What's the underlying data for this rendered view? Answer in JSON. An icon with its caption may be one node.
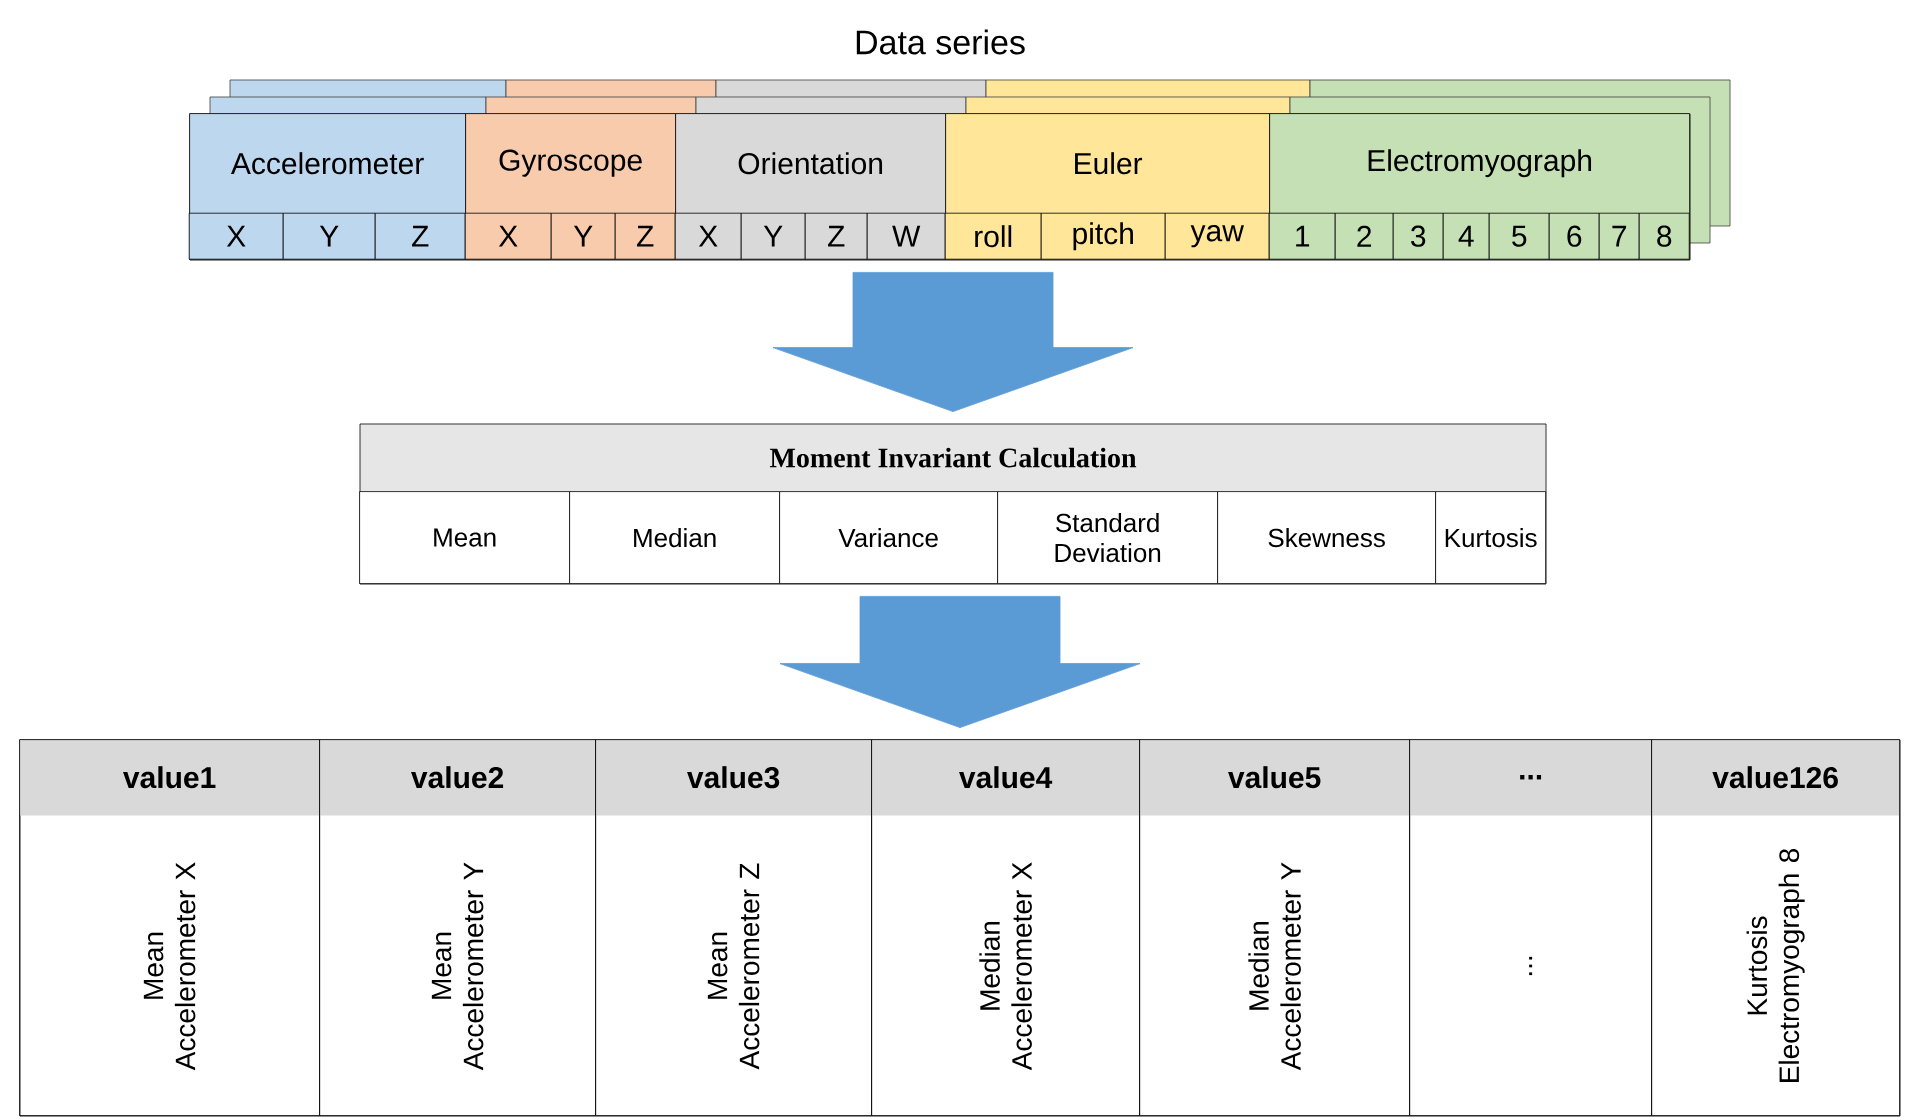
{
  "diagram": {
    "title": "Data series",
    "nodes": [
      {
        "text": [],
        "shape": "box"
      },
      {
        "text": [
          "Accelerometer"
        ],
        "in": 0
      },
      {
        "text": [
          "X"
        ],
        "in": 1
      },
      {
        "text": [
          "Y"
        ],
        "in": 1
      },
      {
        "text": [
          "Z"
        ],
        "in": 1
      },
      {
        "text": [
          "Gyroscope"
        ],
        "in": 0
      },
      {
        "text": [
          "X"
        ],
        "in": 5
      },
      {
        "text": [
          "Y"
        ],
        "in": 5
      },
      {
        "text": [
          "Z"
        ],
        "in": 5
      },
      {
        "text": [
          "Orientation"
        ],
        "in": 0
      },
      {
        "text": [
          "X"
        ],
        "in": 9
      },
      {
        "text": [
          "Y"
        ],
        "in": 9
      },
      {
        "text": [
          "Z"
        ],
        "in": 9
      },
      {
        "text": [
          "W"
        ],
        "in": 9
      },
      {
        "text": [
          "Euler"
        ],
        "in": 0
      },
      {
        "text": [
          "roll"
        ],
        "in": 14
      },
      {
        "text": [
          "pitch"
        ],
        "in": 14
      },
      {
        "text": [
          "yaw"
        ],
        "in": 14
      },
      {
        "text": [
          "Electromyograph"
        ],
        "in": 0
      },
      {
        "text": [
          "1"
        ],
        "in": 18
      },
      {
        "text": [
          "2"
        ],
        "in": 18
      },
      {
        "text": [
          "3"
        ],
        "in": 18
      },
      {
        "text": [
          "4"
        ],
        "in": 18
      },
      {
        "text": [
          "5"
        ],
        "in": 18
      },
      {
        "text": [
          "6"
        ],
        "in": 18
      },
      {
        "text": [
          "7"
        ],
        "in": 18
      },
      {
        "text": [
          "8"
        ],
        "in": 18
      },
      {
        "text": [
          "Moment Invariant Calculation"
        ]
      },
      {
        "text": [
          "Mean"
        ],
        "in": 27
      },
      {
        "text": [
          "Median"
        ],
        "in": 27
      },
      {
        "text": [
          "Variance"
        ],
        "in": 27
      },
      {
        "text": [
          "Standard Deviation"
        ],
        "in": 27
      },
      {
        "text": [
          "Skewness"
        ],
        "in": 27
      },
      {
        "text": [
          "Kurtosis"
        ],
        "in": 27
      },
      {
        "text": [],
        "shape": "box"
      },
      {
        "text": [
          "value1",
          "Mean Accelerometer X"
        ],
        "in": 34
      },
      {
        "text": [
          "value2",
          "Mean Accelerometer Y"
        ],
        "in": 34
      },
      {
        "text": [
          "value3",
          "Mean Accelerometer Z"
        ],
        "in": 34
      },
      {
        "text": [
          "value4",
          "Median Accelerometer X"
        ],
        "in": 34
      },
      {
        "text": [
          "value5",
          "Median Accelerometer Y"
        ],
        "in": 34
      },
      {
        "text": [
          "...",
          "..."
        ],
        "in": 34
      },
      {
        "text": [
          "value126",
          "Kurtosis Electromyograph 8"
        ],
        "in": 34
      }
    ],
    "edges": [
      {
        "from": 0,
        "to": 27,
        "arrow": "to"
      },
      {
        "from": 27,
        "to": 34,
        "arrow": "to"
      }
    ]
  }
}
